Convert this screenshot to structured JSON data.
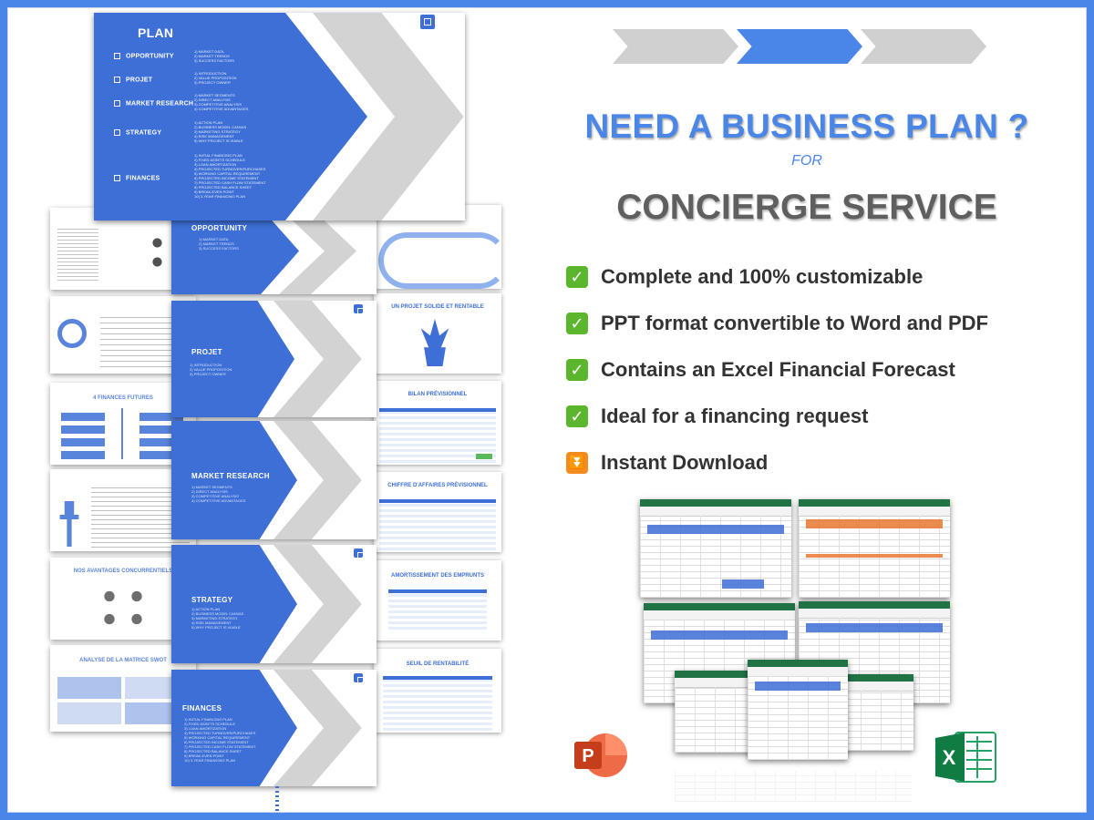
{
  "headline": {
    "main": "NEED A BUSINESS PLAN ?",
    "for": "FOR",
    "service": "CONCIERGE SERVICE"
  },
  "features": [
    {
      "icon": "check-icon",
      "label": "Complete and 100% customizable"
    },
    {
      "icon": "check-icon",
      "label": "PPT format convertible to Word and PDF"
    },
    {
      "icon": "check-icon",
      "label": "Contains an Excel Financial Forecast"
    },
    {
      "icon": "check-icon",
      "label": "Ideal for a financing request"
    },
    {
      "icon": "download-icon",
      "label": "Instant Download"
    }
  ],
  "plan_slide": {
    "title": "PLAN",
    "items": [
      {
        "label": "OPPORTUNITY",
        "subs": "1) MARKET DATA\n2) MARKET TRENDS\n3) SUCCESS FACTORS"
      },
      {
        "label": "PROJET",
        "subs": "1) INTRODUCTION\n2) VALUE PROPOSITION\n3) PROJECT OWNER"
      },
      {
        "label": "MARKET RESEARCH",
        "subs": "1) MARKET SEGMENTS\n2) DIRECT ANALYSIS\n3) COMPETITIVE ANALYSIS\n4) COMPETITIVE ADVANTAGES"
      },
      {
        "label": "STRATEGY",
        "subs": "1) ACTION PLAN\n2) BUSINESS MODEL CANVAS\n3) MARKETING STRATEGY\n4) RISK MANAGEMENT\n5) WHY PROJECT IS VIABLE"
      },
      {
        "label": "FINANCES",
        "subs": "1) INITIAL FINANCING PLAN\n2) FIXED ASSETS SCHEDULE\n3) LOAN AMORTIZATION\n4) PROJECTED TURNOVER/PURCHASES\n5) WORKING CAPITAL REQUIREMENT\n6) PROJECTED INCOME STATEMENT\n7) PROJECTED CASH FLOW STATEMENT\n8) PROJECTED BALANCE SHEET\n9) BREAK-EVEN POINT\n10) 3-YEAR FINANCING PLAN"
      }
    ]
  },
  "section_slides": [
    {
      "title": "OPPORTUNITY",
      "subs": "1) MARKET DATA\n2) MARKET TRENDS\n3) SUCCESS FACTORS"
    },
    {
      "title": "PROJET",
      "subs": "1) INTRODUCTION\n2) VALUE PROPOSITION\n3) PROJECT OWNER"
    },
    {
      "title": "MARKET RESEARCH",
      "subs": "1) MARKET SEGMENTS\n2) DIRECT ANALYSIS\n3) COMPETITIVE ANALYSIS\n4) COMPETITIVE ADVANTAGES"
    },
    {
      "title": "STRATEGY",
      "subs": "1) ACTION PLAN\n2) BUSINESS MODEL CANVAS\n3) MARKETING STRATEGY\n4) RISK MANAGEMENT\n5) WHY PROJECT IS VIABLE"
    },
    {
      "title": "FINANCES",
      "subs": "1) INITIAL FINANCING PLAN\n2) FIXED ASSETS SCHEDULE\n3) LOAN AMORTIZATION\n4) PROJECTED TURNOVER/PURCHASES\n5) WORKING CAPITAL REQUIREMENT\n6) PROJECTED INCOME STATEMENT\n7) PROJECTED CASH FLOW STATEMENT\n8) PROJECTED BALANCE SHEET\n9) BREAK-EVEN POINT\n10) 3-YEAR FINANCING PLAN"
    }
  ],
  "right_thumbs": [
    {
      "title": ""
    },
    {
      "title": "UN PROJET SOLIDE ET RENTABLE"
    },
    {
      "title": "BILAN PRÉVISIONNEL"
    },
    {
      "title": "CHIFFRE D'AFFAIRES PRÉVISIONNEL"
    },
    {
      "title": "AMORTISSEMENT DES EMPRUNTS"
    },
    {
      "title": "SEUIL DE RENTABILITÉ"
    }
  ],
  "left_thumbs": [
    {
      "title": ""
    },
    {
      "title": ""
    },
    {
      "title": "4 FINANCES FUTURES"
    },
    {
      "title": ""
    },
    {
      "title": "NOS AVANTAGES CONCURRENTIELS"
    },
    {
      "title": "ANALYSE DE LA MATRICE SWOT"
    }
  ],
  "colors": {
    "accent_blue": "#4a86e8",
    "slide_blue": "#3d6fd6",
    "check_green": "#5bb52d",
    "download_orange": "#f28c1e",
    "gray_text": "#5f5f5f"
  },
  "logos": {
    "powerpoint": "P",
    "excel": "X"
  }
}
